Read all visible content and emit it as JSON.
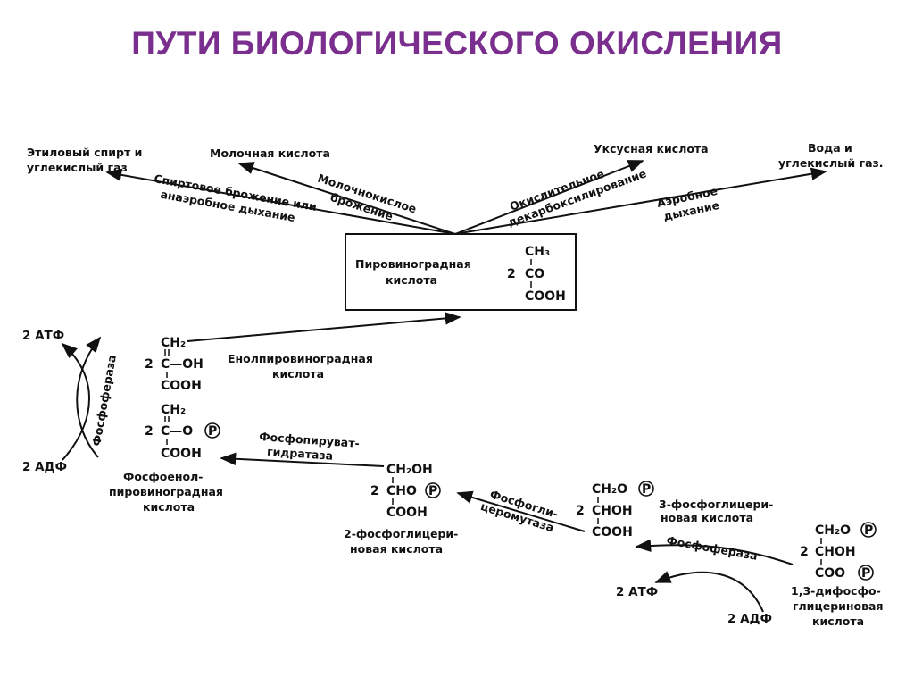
{
  "title": "ПУТИ БИОЛОГИЧЕСКОГО ОКИСЛЕНИЯ",
  "products": {
    "ethanol_l1": "Этиловый спирт и",
    "ethanol_l2": "углекислый газ",
    "lactic": "Молочная кислота",
    "acetic": "Уксусная кислота",
    "water_l1": "Вода и",
    "water_l2": "углекислый газ."
  },
  "processes": {
    "alcohol_l1": "Спиртовое брожение или",
    "alcohol_l2": "анаэробное дыхание",
    "lactic_l1": "Молочнокислое",
    "lactic_l2": "брожение",
    "oxid_l1": "Окислительное",
    "oxid_l2": "декарбоксилирование",
    "aerobic_l1": "Аэробное",
    "aerobic_l2": "дыхание"
  },
  "pyruvate": {
    "name_l1": "Пировиноградная",
    "name_l2": "кислота",
    "coeff": "2",
    "ch3": "CH₃",
    "co": "CO",
    "cooh": "COOH"
  },
  "enolpyruvate": {
    "name_l1": "Енолпировиноградная",
    "name_l2": "кислота",
    "coeff": "2",
    "ch2": "CH₂",
    "c_oh": "C—OH",
    "cooh": "COOH"
  },
  "pep": {
    "name_l1": "Фосфоенол-",
    "name_l2": "пировиноградная",
    "name_l3": "кислота",
    "coeff": "2",
    "ch2": "CH₂",
    "c_o": "C—O",
    "cooh": "COOH"
  },
  "pg2": {
    "name_l1": "2-фосфоглицери-",
    "name_l2": "новая кислота",
    "coeff": "2",
    "ch2oh": "CH₂OH",
    "cho": "CHO",
    "cooh": "COOH"
  },
  "pg3": {
    "name_l1": "3-фосфоглицери-",
    "name_l2": "новая кислота",
    "coeff": "2",
    "ch2o": "CH₂O",
    "chon": "CHOH",
    "cooh": "COOH"
  },
  "bpg": {
    "name_l1": "1,3-дифосфо-",
    "name_l2": "глицериновая",
    "name_l3": "кислота",
    "coeff": "2",
    "ch2o": "CH₂O",
    "chon": "CHOH",
    "coo": "COO"
  },
  "enzymes": {
    "kinase_left": "Фосфофераза",
    "hydratase_l1": "Фосфопируват-",
    "hydratase_l2": "гидратаза",
    "mutase_l1": "Фосфогли-",
    "mutase_l2": "церомутаза",
    "kinase_right": "Фосфофераза"
  },
  "energy": {
    "atp_left": "2 АТФ",
    "adp_left": "2 АДФ",
    "atp_right": "2 АТФ",
    "adp_right": "2 АДФ"
  },
  "phosphate_symbol": "P"
}
